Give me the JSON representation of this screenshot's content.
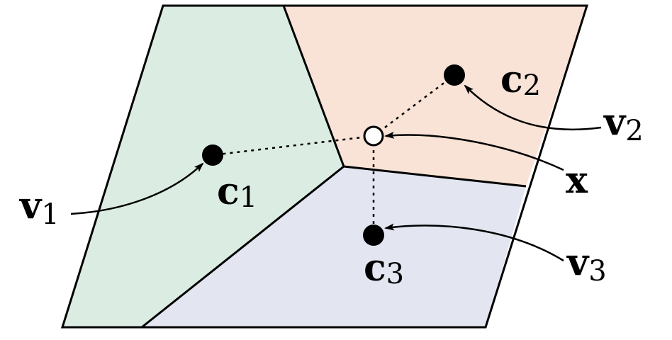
{
  "colors": {
    "region_1": "#dbece3",
    "region_2": "#f9e3d6",
    "region_3": "#e3e6f1",
    "stroke": "#000000",
    "query_point_fill": "#ffffff"
  },
  "regions": [
    {
      "name": "region-1"
    },
    {
      "name": "region-2"
    },
    {
      "name": "region-3"
    }
  ],
  "points": {
    "c1": {
      "label_main": "c",
      "label_sub": "1"
    },
    "c2": {
      "label_main": "c",
      "label_sub": "2"
    },
    "c3": {
      "label_main": "c",
      "label_sub": "3"
    },
    "x": {
      "label_main": "x"
    }
  },
  "vectors": {
    "v1": {
      "label_main": "v",
      "label_sub": "1"
    },
    "v2": {
      "label_main": "v",
      "label_sub": "2"
    },
    "v3": {
      "label_main": "v",
      "label_sub": "3"
    }
  }
}
